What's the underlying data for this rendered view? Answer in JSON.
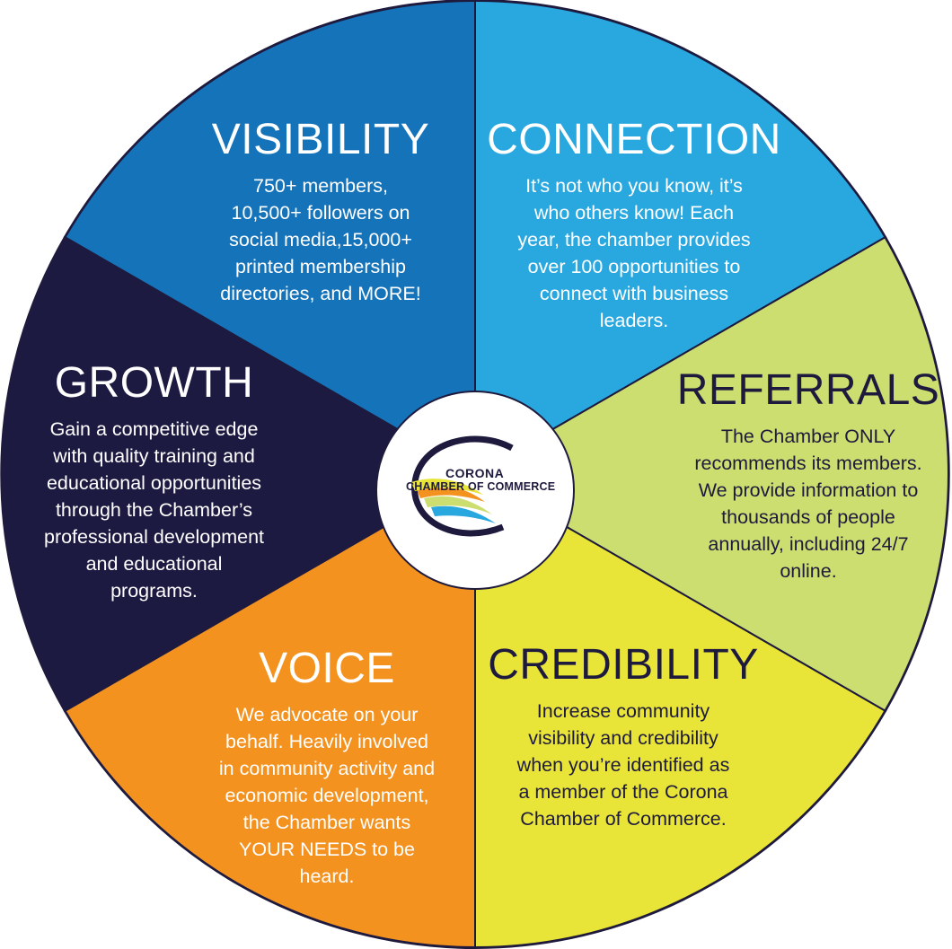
{
  "colors": {
    "visibility": "#1573ba",
    "connection": "#29a8e0",
    "referrals": "#cbde6f",
    "credibility": "#e8e438",
    "voice": "#f3921f",
    "growth": "#1d1a42",
    "outline": "#1e1a3e",
    "text_light": "#ffffff",
    "text_dark": "#1e1a3e"
  },
  "segments": [
    {
      "id": "visibility",
      "title": "VISIBILITY",
      "body": [
        "750+ members,",
        "10,500+ followers on",
        "social media,15,000+",
        "printed membership",
        "directories, and MORE!"
      ]
    },
    {
      "id": "connection",
      "title": "CONNECTION",
      "body": [
        "It’s not who you know, it’s",
        "who others know! Each",
        "year, the chamber provides",
        "over 100 opportunities to",
        "connect with business",
        "leaders."
      ]
    },
    {
      "id": "referrals",
      "title": "REFERRALS",
      "body": [
        "The Chamber ONLY",
        "recommends its members.",
        "We provide information to",
        "thousands of people",
        "annually, including 24/7",
        "online."
      ]
    },
    {
      "id": "credibility",
      "title": "CREDIBILITY",
      "body": [
        "Increase community",
        "visibility and credibility",
        "when you’re identified as",
        "a member of the Corona",
        "Chamber of Commerce."
      ]
    },
    {
      "id": "voice",
      "title": "VOICE",
      "body": [
        "We advocate on your",
        "behalf. Heavily involved",
        "in community activity and",
        "economic development,",
        "the Chamber wants",
        "YOUR NEEDS to be",
        "heard."
      ]
    },
    {
      "id": "growth",
      "title": "GROWTH",
      "body": [
        "Gain a competitive edge",
        "with quality training and",
        "educational opportunities",
        "through the Chamber’s",
        "professional development",
        "and educational",
        "programs."
      ]
    }
  ],
  "logo": {
    "line1": "CORONA",
    "line2": "CHAMBER OF COMMERCE"
  }
}
